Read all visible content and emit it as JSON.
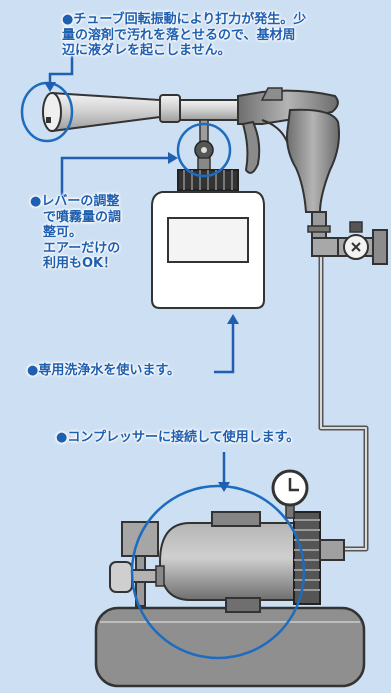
{
  "callouts": {
    "tube_vibration": "●チューブ回転振動により打力が発生。少\n量の溶剤で汚れを落とせるので、基材周\n辺に液ダレを起こしません。",
    "lever": "●レバーの調整\n　で噴霧量の調\n　整可。\n　エアーだけの\n　利用もOK！",
    "cleaning_liquid": "●専用洗浄水を使います。",
    "compressor": "●コンプレッサーに接続して使用します。"
  },
  "colors": {
    "background": "#cddff2",
    "callout_text": "#1f5fb0",
    "leader_line": "#1f5fb0",
    "highlight_circle": "#1d6cbf",
    "tool_body": "#8c8c8c",
    "bottle": "#ffffff",
    "compressor": "#8a8a8a"
  },
  "icons": [
    "pressure-gauge-icon",
    "valve-icon",
    "adjustment-knob-icon"
  ]
}
